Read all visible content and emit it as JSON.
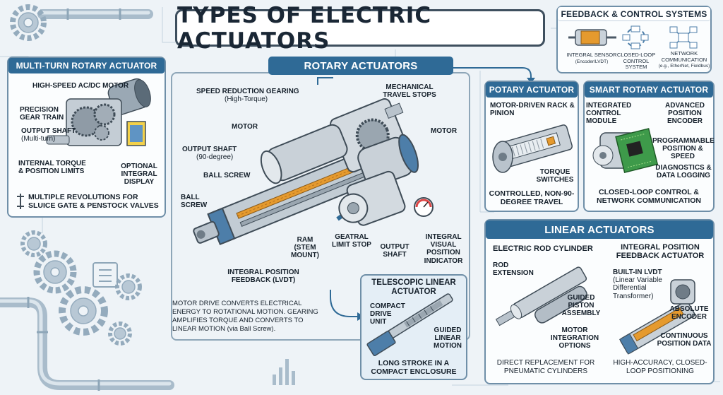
{
  "title": "TYPES OF ELECTRIC ACTUATORS",
  "colors": {
    "header_blue": "#2f6a96",
    "panel_border": "#6f8fa8",
    "accent_orange": "#e59a2e",
    "metal": "#b9c3cc",
    "accent_blue": "#4d7ea9"
  },
  "feedback": {
    "title": "FEEDBACK & CONTROL SYSTEMS",
    "items": [
      {
        "label": "INTEGRAL SENSOR",
        "sub": "(Encoder/LVDT)",
        "icon": "sensor-icon"
      },
      {
        "label": "CLOSED-LOOP CONTROL SYSTEM",
        "icon": "closed-loop-icon"
      },
      {
        "label": "NETWORK COMMUNICATION",
        "sub": "(e.g., EtherNet, Fieldbus)",
        "icon": "network-icon"
      }
    ]
  },
  "multiturn": {
    "title": "MULTI-TURN ROTARY ACTUATOR",
    "motor": "HIGH-SPEED AC/DC MOTOR",
    "gear": "PRECISION GEAR TRAIN",
    "shaft": "OUTPUT SHAFT",
    "shaft_sub": "(Multi-turn)",
    "display": "OPTIONAL INTEGRAL DISPLAY",
    "limits": "INTERNAL TORQUE & POSITION LIMITS",
    "caption": "MULTIPLE REVOLUTIONS FOR SLUICE GATE & PENSTOCK VALVES"
  },
  "rotary": {
    "title": "ROTARY ACTUATORS",
    "gearing": "SPEED REDUCTION GEARING",
    "gearing_sub": "(High-Torque)",
    "stops": "MECHANICAL TRAVEL STOPS",
    "motor": "MOTOR",
    "shaft": "OUTPUT SHAFT",
    "shaft_sub": "(90-degree)",
    "ball_screw": "BALL SCREW",
    "ball_screw_left": "BALL SCREW",
    "motor_right": "MOTOR",
    "ram": "RAM (STEM MOUNT)",
    "feedback": "INTEGRAL POSITION FEEDBACK (LVDT)",
    "limit": "GEATRAL LIMIT STOP",
    "output": "OUTPUT SHAFT",
    "indicator": "INTEGRAL VISUAL POSITION INDICATOR",
    "description": "MOTOR DRIVE CONVERTS ELECTRICAL ENERGY TO ROTATIONAL MOTION. GEARING AMPLIFIES TORQUE AND CONVERTS TO LINEAR MOTION",
    "description_sub": "(via Ball Screw)."
  },
  "telescopic": {
    "title": "TELESCOPIC LINEAR ACTUATOR",
    "drive": "COMPACT DRIVE UNIT",
    "guided": "GUIDED LINEAR MOTION",
    "caption": "LONG STROKE IN A COMPACT ENCLOSURE"
  },
  "potary": {
    "title": "POTARY ACTUATOR",
    "rack": "MOTOR-DRIVEN RACK & PINION",
    "switches": "TORQUE SWITCHES",
    "caption": "CONTROLLED, NON-90-DEGREE TRAVEL"
  },
  "smart": {
    "title": "SMART ROTARY ACTUATOR",
    "module": "INTEGRATED CONTROL MODULE",
    "encoder": "ADVANCED POSITION ENCODER",
    "programmable": "PROGRAMMABLE POSITION & SPEED",
    "diag": "DIAGNOSTICS & DATA LOGGING",
    "caption": "CLOSED-LOOP CONTROL & NETWORK COMMUNICATION"
  },
  "linear": {
    "title": "LINEAR ACTUATORS",
    "rod": {
      "title": "ELECTRIC ROD CYLINDER",
      "extension": "ROD EXTENSION",
      "piston": "GUIDED PISTON ASSEMBLY",
      "motor": "MOTOR INTEGRATION OPTIONS",
      "caption": "DIRECT REPLACEMENT FOR PNEUMATIC CYLINDERS"
    },
    "feedback": {
      "title": "INTEGRAL POSITION FEEDBACK ACTUATOR",
      "lvdt": "BUILT-IN LVDT",
      "lvdt_sub": "(Linear Variable Differential Transformer)",
      "encoder": "ABSOLUTE ENCODER",
      "continuous": "CONTINUOUS POSITION DATA",
      "caption": "HIGH-ACCURACY, CLOSED-LOOP POSITIONING"
    }
  }
}
